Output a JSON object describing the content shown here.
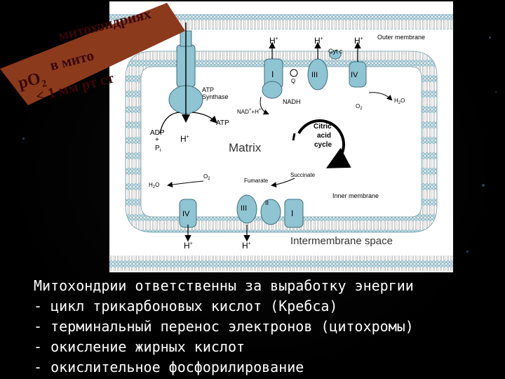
{
  "slide": {
    "title_banner": {
      "line1": "митохондриях",
      "line2": "в митохондриях",
      "line3": "< 1 мм рт ст",
      "po2": "pO",
      "po2_sub": "2",
      "mito_word": "в митохондриях",
      "mmhg": "< 1 мм рт ст"
    },
    "diagram": {
      "outer_membrane": "Outer membrane",
      "inner_membrane": "Inner membrane",
      "intermembrane_space": "Intermembrane space",
      "matrix": "Matrix",
      "atp_synthase_line1": "ATP",
      "atp_synthase_line2": "Synthase",
      "atp": "ATP",
      "adp_line1": "ADP",
      "adp_line2": "+",
      "adp_line3": "P",
      "adp_line3_sub": "i",
      "h_plus": "H",
      "cyt_c": "Cyt c",
      "nadh": "NADH",
      "nad": "NAD",
      "nad_tail": "+H",
      "o2": "O",
      "h2o": "H",
      "h2o_tail": "O",
      "citric_line1": "Citric",
      "citric_line2": "acid",
      "citric_line3": "cycle",
      "fumarate": "Fumarate",
      "succinate": "Succinate",
      "q": "Q",
      "complex_i": "I",
      "complex_ii": "II",
      "complex_iii": "III",
      "complex_iv": "IV"
    },
    "bullets": [
      "Митохондрии ответственны за выработку энергии",
      "- цикл трикарбоновых кислот (Кребса)",
      "- терминальный перенос электронов (цитохромы)",
      "- окисление жирных кислот",
      "- окислительное фосфорилирование"
    ],
    "colors": {
      "background": "#000000",
      "banner": "#8b3a1c",
      "banner_text": "#3a0707",
      "membrane": "#b9d7e0",
      "protein": "#8fc4d2",
      "protein_stroke": "#3f6f7c",
      "bullet_text": "#ffffff"
    }
  }
}
